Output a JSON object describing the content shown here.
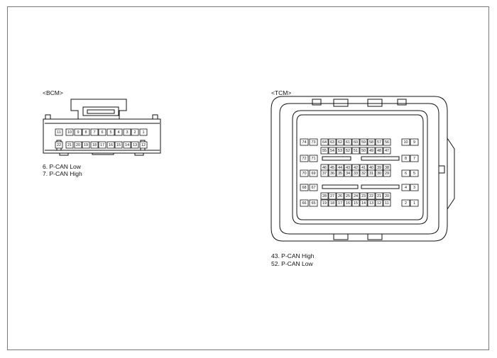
{
  "bcm": {
    "title": "<BCM>",
    "notes": [
      "6. P-CAN Low",
      "7. P-CAN High"
    ],
    "row1": [
      "11",
      "10",
      "9",
      "8",
      "7",
      "6",
      "5",
      "4",
      "3",
      "2",
      "1"
    ],
    "row2": [
      "22",
      "21",
      "20",
      "19",
      "18",
      "17",
      "16",
      "15",
      "14",
      "13",
      "12"
    ]
  },
  "tcm": {
    "title": "<TCM>",
    "notes": [
      "43. P-CAN High",
      "52. P-CAN Low"
    ],
    "rows": [
      {
        "left": [
          "74",
          "73"
        ],
        "center": [
          "64",
          "63",
          "62",
          "61",
          "60",
          "59",
          "58",
          "57",
          "56"
        ],
        "right": [
          "10",
          "9"
        ]
      },
      {
        "left": [],
        "center": [
          "55",
          "54",
          "53",
          "52",
          "51",
          "50",
          "49",
          "48",
          "47"
        ],
        "right": []
      },
      {
        "left": [
          "72",
          "71"
        ],
        "center": [],
        "right": [
          "8",
          "7"
        ]
      },
      {
        "left": [],
        "center": [
          "46",
          "45",
          "44",
          "43",
          "42",
          "41",
          "40",
          "39",
          "38"
        ],
        "right": []
      },
      {
        "left": [
          "70",
          "69"
        ],
        "center": [
          "37",
          "36",
          "35",
          "34",
          "33",
          "32",
          "31",
          "30",
          "29"
        ],
        "right": [
          "6",
          "5"
        ]
      },
      {
        "left": [
          "68",
          "67"
        ],
        "center": [],
        "right": [
          "4",
          "3"
        ]
      },
      {
        "left": [],
        "center": [
          "28",
          "27",
          "26",
          "25",
          "24",
          "23",
          "22",
          "21",
          "20"
        ],
        "right": []
      },
      {
        "left": [
          "66",
          "65"
        ],
        "center": [
          "19",
          "18",
          "17",
          "16",
          "15",
          "14",
          "13",
          "12",
          "11"
        ],
        "right": [
          "2",
          "1"
        ]
      }
    ]
  }
}
